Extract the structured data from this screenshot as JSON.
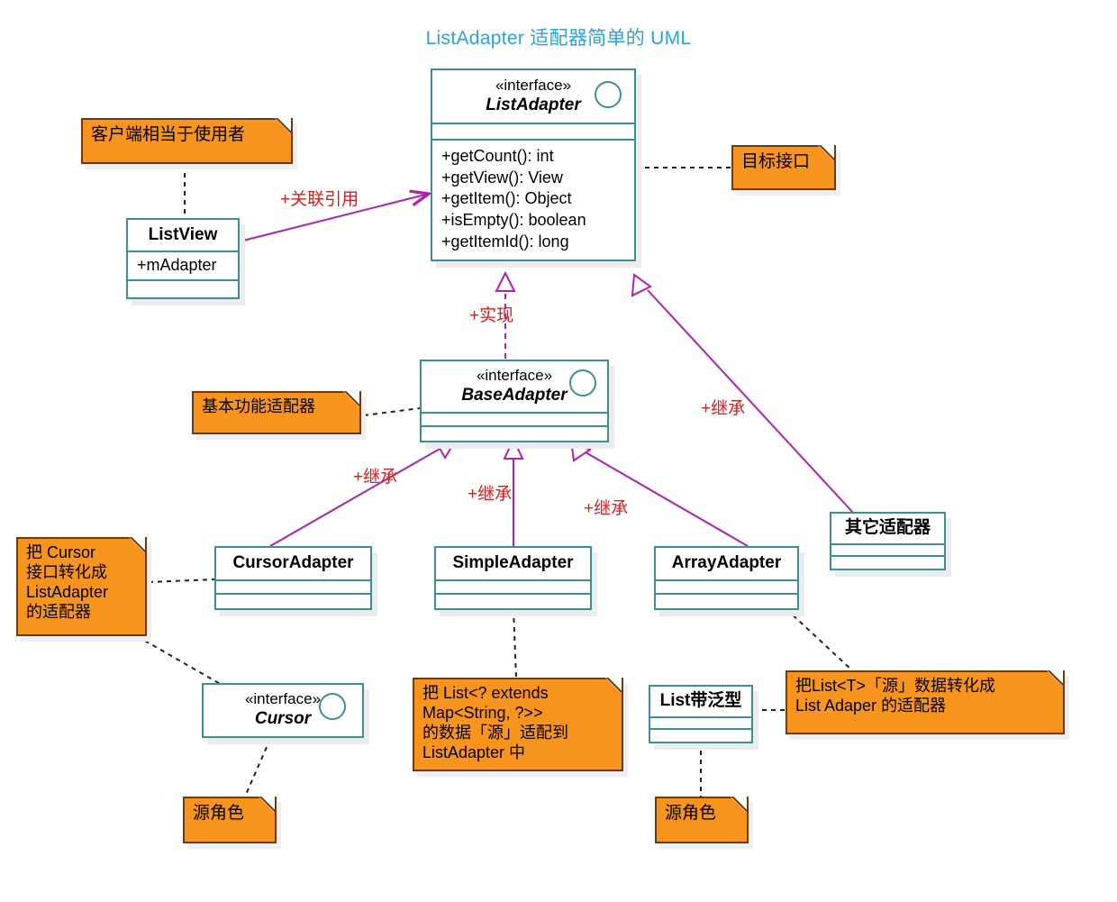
{
  "title": "ListAdapter 适配器简单的 UML",
  "colors": {
    "title": "#29a3dc",
    "box_border": "#3b8f97",
    "note_fill": "#f7941e",
    "note_border": "#6b3a10",
    "relation_line": "#b020b0",
    "relation_label": "#e01b1b",
    "dashed_line": "#222222"
  },
  "classes": {
    "list_adapter": {
      "stereotype": "«interface»",
      "name": "ListAdapter",
      "operations": [
        "+getCount(): int",
        "+getView(): View",
        "+getItem(): Object",
        "+isEmpty(): boolean",
        "+getItemId(): long"
      ]
    },
    "list_view": {
      "name": "ListView",
      "attributes": [
        "+mAdapter"
      ]
    },
    "base_adapter": {
      "stereotype": "«interface»",
      "name": "BaseAdapter"
    },
    "cursor_adapter": {
      "name": "CursorAdapter"
    },
    "simple_adapter": {
      "name": "SimpleAdapter"
    },
    "array_adapter": {
      "name": "ArrayAdapter"
    },
    "other_adapter": {
      "name": "其它适配器"
    },
    "cursor": {
      "stereotype": "«interface»",
      "name": "Cursor"
    },
    "list_generic": {
      "name": "List带泛型"
    }
  },
  "notes": {
    "client_note": "客户端相当于使用者",
    "target_interface_note": "目标接口",
    "base_function_note": "基本功能适配器",
    "cursor_adapter_note": "把 Cursor\n接口转化成\nListAdapter\n的适配器",
    "simple_adapter_note": "把 List<? extends\nMap<String, ?>>\n的数据「源」适配到\nListAdapter 中",
    "array_adapter_note": "把List<T>「源」数据转化成\nList Adaper 的适配器",
    "source_role_left": "源角色",
    "source_role_right": "源角色"
  },
  "relations": {
    "association": "+关联引用",
    "realization": "+实现",
    "inherit_cursor": "+继承",
    "inherit_simple": "+继承",
    "inherit_array": "+继承",
    "inherit_other": "+继承"
  },
  "icons": {
    "interface_lollipop": "interface-circle-icon",
    "note_fold": "note-fold-corner-icon"
  }
}
